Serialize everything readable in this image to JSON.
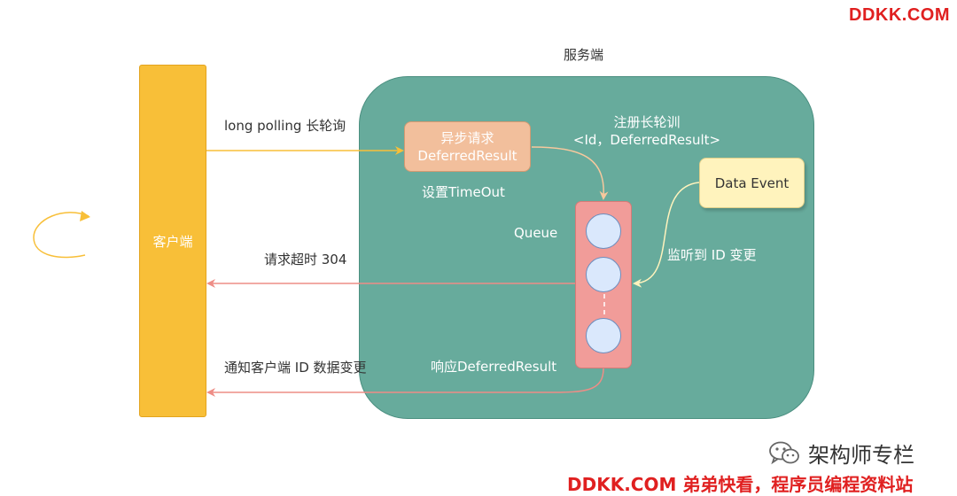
{
  "watermarks": {
    "top": "DDKK.COM",
    "bottom": "DDKK.COM 弟弟快看，程序员编程资料站"
  },
  "account": {
    "name": "架构师专栏",
    "icon": "wechat-icon"
  },
  "client": {
    "label": "客户端"
  },
  "server": {
    "title": "服务端"
  },
  "nodes": {
    "async_request": {
      "line1": "异步请求",
      "line2": "DeferredResult"
    },
    "data_event": "Data Event",
    "queue": "Queue"
  },
  "labels": {
    "long_polling": "long polling 长轮询",
    "register_line1": "注册长轮训",
    "register_line2": "<Id，DeferredResult>",
    "set_timeout": "设置TimeOut",
    "listen_change": "监听到 ID 变更",
    "timeout_304": "请求超时 304",
    "response": "响应DeferredResult",
    "notify_client": "通知客户端 ID 数据变更"
  },
  "colors": {
    "client": "#f8bf38",
    "server": "#67ab9c",
    "async_box": "#f2bf9c",
    "event_box": "#fff3bd",
    "queue_box": "#f19c99",
    "queue_item": "#dae8fc",
    "arrow_request": "#f8bf38",
    "arrow_response": "#ee8d86",
    "watermark": "#e02020"
  }
}
